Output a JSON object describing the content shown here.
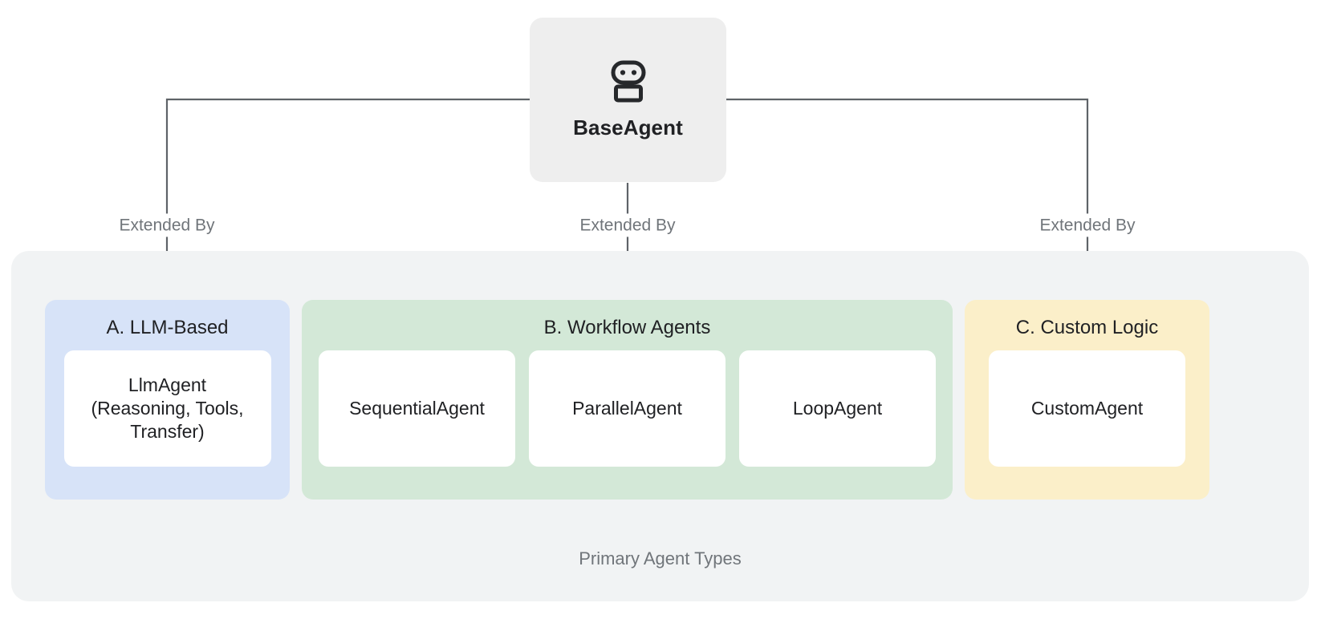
{
  "diagram": {
    "root": {
      "label": "BaseAgent",
      "icon": "robot-icon"
    },
    "edge_label": "Extended By",
    "edges": [
      {
        "label": "Extended By",
        "target": "A. LLM-Based"
      },
      {
        "label": "Extended By",
        "target": "B. Workflow Agents"
      },
      {
        "label": "Extended By",
        "target": "C. Custom Logic"
      }
    ],
    "group": {
      "caption": "Primary Agent Types"
    },
    "categories": [
      {
        "id": "llm-based",
        "title": "A. LLM-Based",
        "color": "#d7e3f8",
        "cards": [
          {
            "label": "LlmAgent\n(Reasoning, Tools,\nTransfer)"
          }
        ]
      },
      {
        "id": "workflow-agents",
        "title": "B. Workflow Agents",
        "color": "#d3e8d7",
        "cards": [
          {
            "label": "SequentialAgent"
          },
          {
            "label": "ParallelAgent"
          },
          {
            "label": "LoopAgent"
          }
        ]
      },
      {
        "id": "custom-logic",
        "title": "C. Custom Logic",
        "color": "#fbefc9",
        "cards": [
          {
            "label": "CustomAgent"
          }
        ]
      }
    ],
    "colors": {
      "root_bg": "#eeeeee",
      "group_bg": "#f1f3f4",
      "card_bg": "#ffffff",
      "connector": "#5f6368",
      "muted_text": "#70757a",
      "primary_text": "#202124"
    }
  }
}
